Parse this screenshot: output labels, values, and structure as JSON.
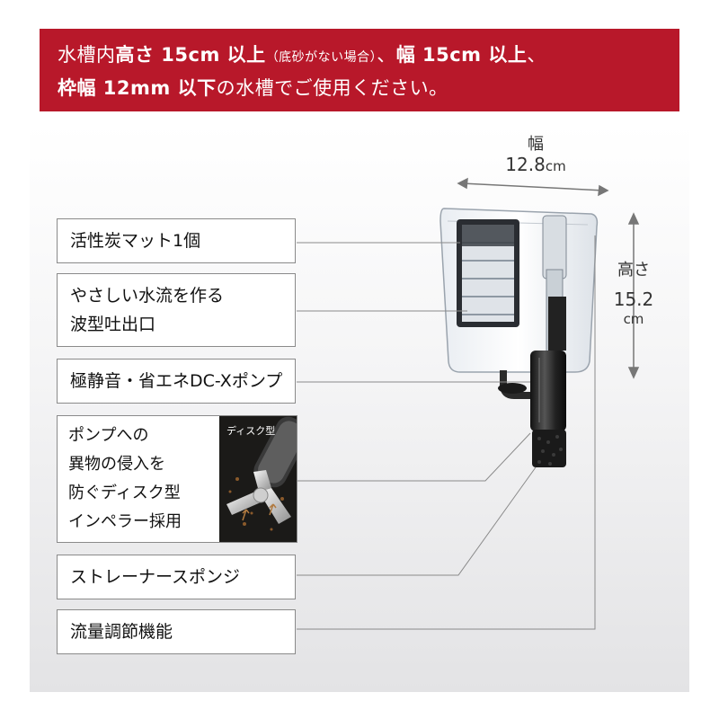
{
  "banner": {
    "line1": {
      "p1": "水槽内",
      "p2": "高さ 15cm 以上",
      "p3": "（底砂がない場合）",
      "p4": "、",
      "p5": "幅 15cm 以上",
      "p6": "、"
    },
    "line2": {
      "p1": "枠幅 12mm 以下",
      "p2": "の水槽でご使用ください。"
    },
    "color": "#b8182a"
  },
  "dimensions": {
    "width": {
      "label": "幅",
      "value": "12.8",
      "unit": "cm"
    },
    "height": {
      "label": "高さ",
      "value": "15.2",
      "unit": "cm"
    }
  },
  "features": [
    {
      "lines": [
        "活性炭マット1個"
      ]
    },
    {
      "lines": [
        "やさしい水流を作る",
        "波型吐出口"
      ]
    },
    {
      "lines": [
        "極静音・省エネDC-Xポンプ"
      ]
    },
    {
      "lines": [
        "ポンプへの",
        "異物の侵入を",
        "防ぐディスク型",
        "インペラー採用"
      ],
      "image_label": "ディスク型"
    },
    {
      "lines": [
        "ストレーナースポンジ"
      ]
    },
    {
      "lines": [
        "流量調節機能"
      ]
    }
  ]
}
